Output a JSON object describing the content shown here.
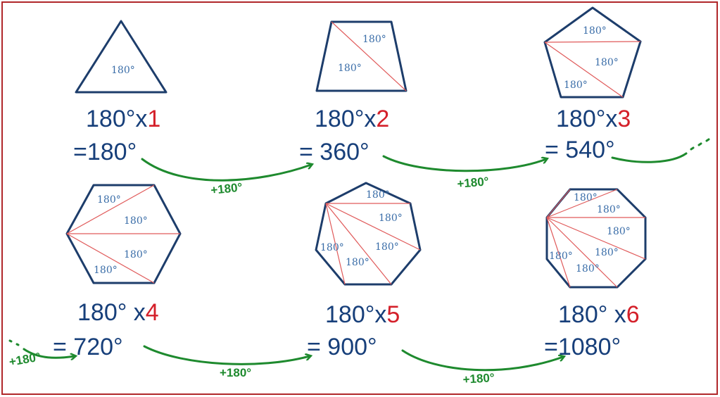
{
  "polygons": [
    {
      "id": "triangle",
      "angle_labels": [
        "180°"
      ],
      "formula_base": "180°x",
      "multiplier": "1",
      "result": "=180°"
    },
    {
      "id": "quadrilateral",
      "angle_labels": [
        "180°",
        "180°"
      ],
      "formula_base": "180°x",
      "multiplier": "2",
      "result": "= 360°"
    },
    {
      "id": "pentagon",
      "angle_labels": [
        "180°",
        "180°",
        "180°"
      ],
      "formula_base": "180°x",
      "multiplier": "3",
      "result": "= 540°"
    },
    {
      "id": "hexagon",
      "angle_labels": [
        "180°",
        "180°",
        "180°",
        "180°"
      ],
      "formula_base": "180° x",
      "multiplier": "4",
      "result": "= 720°"
    },
    {
      "id": "heptagon",
      "angle_labels": [
        "180°",
        "180°",
        "180°",
        "180°",
        "180°"
      ],
      "formula_base": "180°x",
      "multiplier": "5",
      "result": "= 900°"
    },
    {
      "id": "octagon",
      "angle_labels": [
        "180°",
        "180°",
        "180°",
        "180°",
        "180°",
        "180°"
      ],
      "formula_base": "180° x",
      "multiplier": "6",
      "result": "=1080°"
    }
  ],
  "increments": [
    "+180°",
    "+180°",
    "+180°",
    "+180°",
    "+180°"
  ],
  "colors": {
    "border": "#b0272a",
    "shape": "#1d3d6b",
    "diagonal": "#e05a5a",
    "text": "#173f7a",
    "multiplier": "#d4202a",
    "arrow": "#1e8a2e",
    "angle_label": "#3a6da8"
  }
}
